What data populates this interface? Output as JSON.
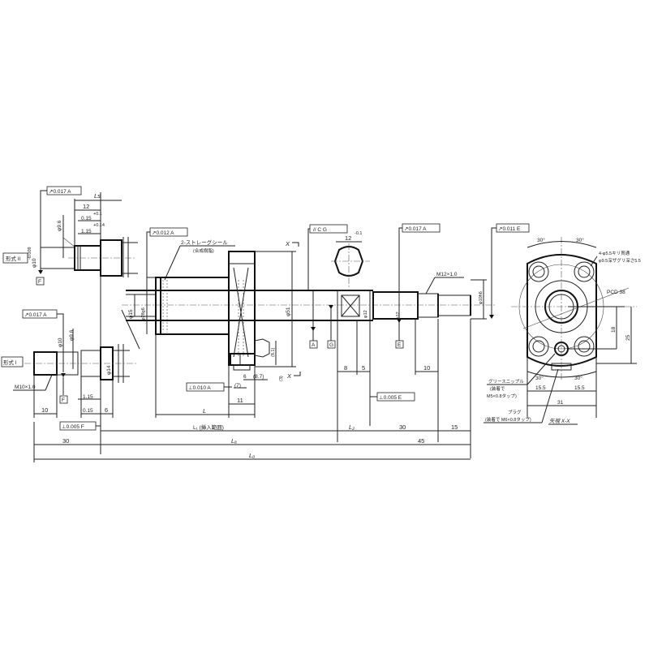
{
  "drawing": {
    "title_view_section": "矢視 X-X",
    "section_marker": "X",
    "type_labels": {
      "type_II": "形式 II",
      "type_I": "形式 I"
    }
  },
  "tolerance_frames": {
    "shaft_end_II_runout": "↗0.017 A",
    "shaft_end_I_runout": "↗0.017 A",
    "shaft_end_I_perp": "⊥0.005 F",
    "nut_runout": "↗0.012 A",
    "nut_flange_perp": "⊥0.010 A",
    "flat_parallel": "// C G",
    "journal_runout": "↗0.017 A",
    "journal_perp": "⊥0.005 E",
    "flange_view_runout": "↗0.011 E"
  },
  "datums": [
    "A",
    "G",
    "E",
    "F",
    "F"
  ],
  "callouts": {
    "seal_note_line1": "2-ストレーグシール",
    "seal_note_line2": "(合成樹脂)",
    "thread_type_I": "M10×1.0",
    "thread_right": "M12×1.0",
    "holes_note_line1": "4-φ5.5キリ貫通",
    "holes_note_line2": "φ9.5深ザグリ深さ5.5",
    "pcd": "PCD 38",
    "grease_nipple_line1": "グリースニップル",
    "grease_nipple_line2": "(装着で",
    "grease_nipple_line3": "M5×0.8タップ)",
    "plug_line1": "プラグ",
    "plug_line2": "(装着で M6×0.8タップ)"
  },
  "dimensions": {
    "type_II": {
      "length_12": "12",
      "tol_015": "0.15",
      "tol_115": "1.15",
      "tol_sup_1": "+0.1",
      "tol_sup_2": "+0.14",
      "dia_96": "φ9.6",
      "dia_10": "φ10",
      "dia_10_tol": "-0.009",
      "Ls_label": "Ls"
    },
    "type_I": {
      "dia_10": "φ10",
      "dia_96": "φ9.6",
      "dia_14": "φ14",
      "len_10": "10",
      "tol_115": "1.15",
      "tol_015": "0.15",
      "len_6": "6"
    },
    "nut": {
      "dia_15": "φ15",
      "dia_28": "φ28g6",
      "dia_51": "φ51",
      "len_L": "L",
      "len_11": "11",
      "len_6": "6",
      "len_87": "(8.7)",
      "len_7": "(7)",
      "len_81": "(8.1)",
      "len_3": "(3)"
    },
    "journal": {
      "flat_12": "12",
      "flat_tol": "-0.1",
      "dia_12_flat": "φ12",
      "dia_12": "φ12",
      "dia_10h": "φ10h6",
      "len_8": "8",
      "len_5": "5",
      "len_10": "10"
    },
    "flange_view": {
      "angle_30_a": "30°",
      "angle_30_b": "30°",
      "angle_30_c": "30°",
      "angle_30_d": "30°",
      "h_18": "18",
      "h_25": "25",
      "w_155_a": "15.5",
      "w_155_b": "15.5",
      "w_31": "31"
    },
    "overall": {
      "L1": "L₁ (挿入範囲)",
      "Ls": "L₂",
      "d30": "30",
      "d15": "15",
      "left_30": "30",
      "La": "Lₐ",
      "d45": "45",
      "Lo": "L₀"
    }
  }
}
